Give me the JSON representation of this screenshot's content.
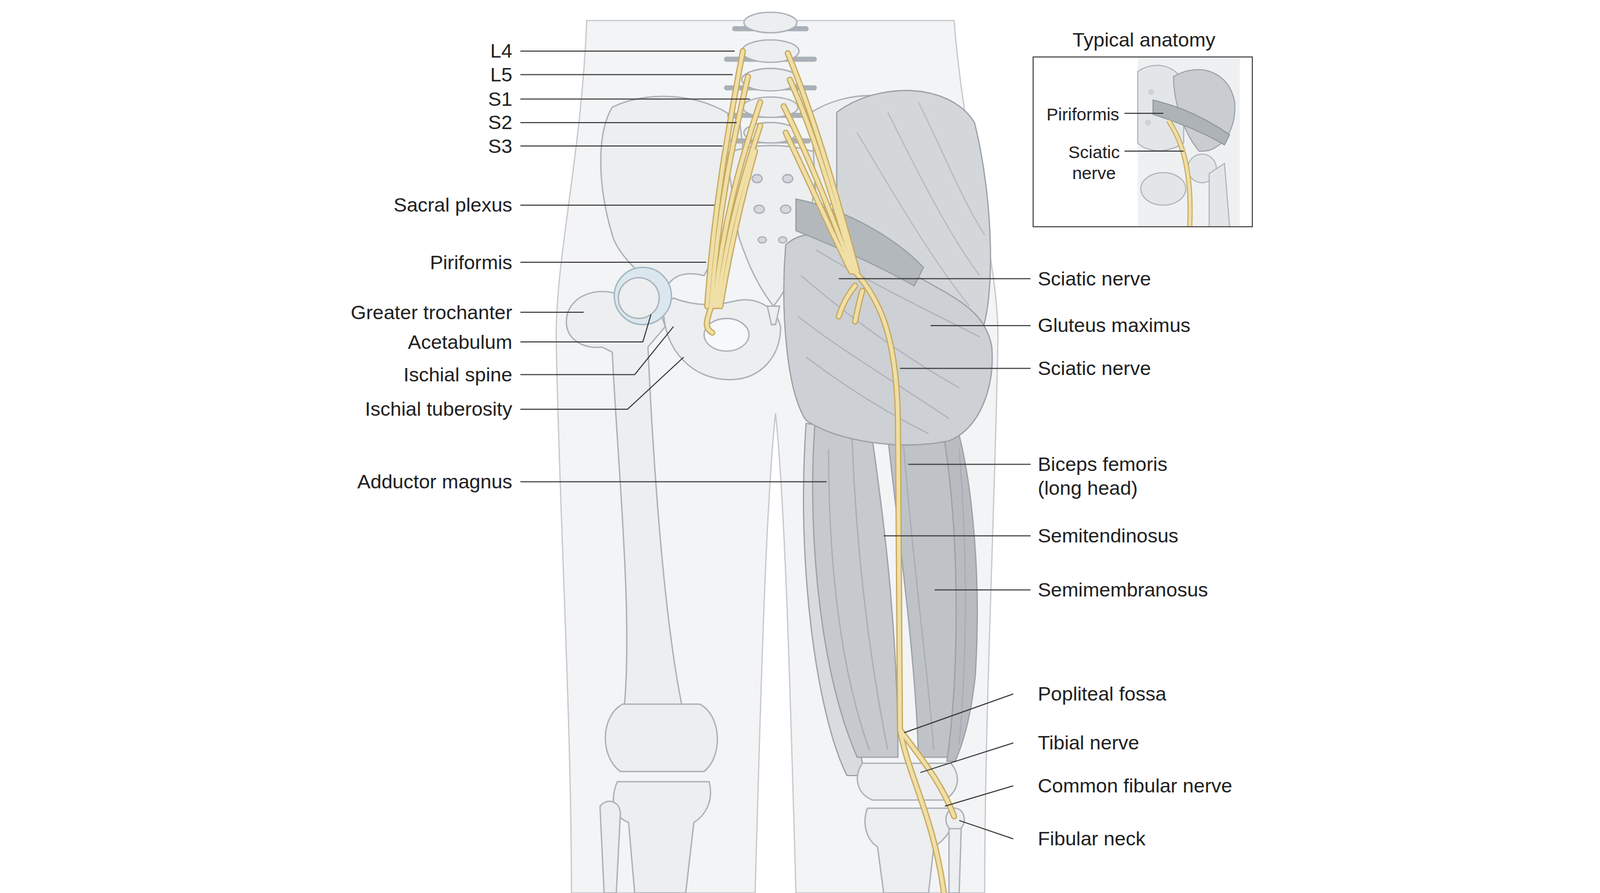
{
  "diagram": {
    "nodes": [
      {
        "text": [
          "Typical anatomy",
          "Piriformis",
          "Sciatic nerve"
        ]
      }
    ],
    "labels": [
      "L4",
      "L5",
      "S1",
      "S2",
      "S3",
      "Sacral plexus",
      "Piriformis",
      "Greater trochanter",
      "Acetabulum",
      "Ischial spine",
      "Ischial tuberosity",
      "Adductor magnus",
      "Sciatic nerve",
      "Gluteus maximus",
      "Sciatic nerve",
      "Biceps femoris (long head)",
      "Semitendinosus",
      "Semimembranosus",
      "Popliteal fossa",
      "Tibial nerve",
      "Common fibular nerve",
      "Fibular neck"
    ]
  }
}
